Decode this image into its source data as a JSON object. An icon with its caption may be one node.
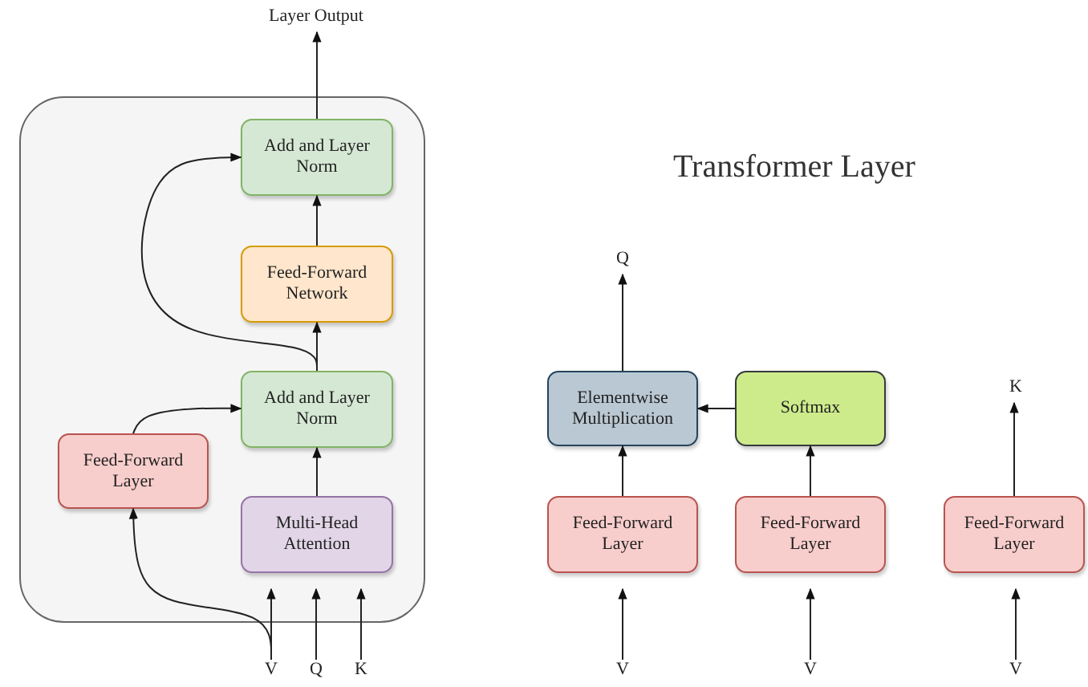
{
  "diagram": {
    "title": "Transformer Layer",
    "nodes": [
      {
        "text": [],
        "shape": "box"
      },
      {
        "text": [
          "Layer Output"
        ]
      },
      {
        "text": [
          "Add and Layer Norm"
        ],
        "in": 0
      },
      {
        "text": [
          "Feed-Forward Network"
        ],
        "in": 0
      },
      {
        "text": [
          "Add and Layer Norm"
        ],
        "in": 0
      },
      {
        "text": [
          "Feed-Forward Layer"
        ],
        "in": 0
      },
      {
        "text": [
          "Multi-Head Attention"
        ],
        "in": 0
      },
      {
        "text": [
          "V"
        ]
      },
      {
        "text": [
          "Q"
        ]
      },
      {
        "text": [
          "K"
        ]
      },
      {
        "text": [
          "Q"
        ]
      },
      {
        "text": [
          "Elementwise Multiplication"
        ]
      },
      {
        "text": [
          "Softmax"
        ]
      },
      {
        "text": [
          "K"
        ]
      },
      {
        "text": [
          "Feed-Forward Layer"
        ]
      },
      {
        "text": [
          "Feed-Forward Layer"
        ]
      },
      {
        "text": [
          "Feed-Forward Layer"
        ]
      },
      {
        "text": [
          "V"
        ]
      },
      {
        "text": [
          "V"
        ]
      },
      {
        "text": [
          "V"
        ]
      }
    ],
    "edges": [
      {
        "from": 2,
        "to": 1,
        "arrow": "to"
      },
      {
        "from": 3,
        "to": 2,
        "arrow": "to"
      },
      {
        "from": 4,
        "to": 3,
        "arrow": "to"
      },
      {
        "from": 4,
        "to": 2,
        "arrow": "to"
      },
      {
        "from": 6,
        "to": 4,
        "arrow": "to"
      },
      {
        "from": 5,
        "to": 4,
        "arrow": "to"
      },
      {
        "from": 7,
        "to": 6,
        "arrow": "to"
      },
      {
        "from": 7,
        "to": 5,
        "arrow": "to"
      },
      {
        "from": 8,
        "to": 6,
        "arrow": "to"
      },
      {
        "from": 9,
        "to": 6,
        "arrow": "to"
      },
      {
        "from": 11,
        "to": 10,
        "arrow": "to"
      },
      {
        "from": 12,
        "to": 11,
        "arrow": "to"
      },
      {
        "from": 14,
        "to": 11,
        "arrow": "to"
      },
      {
        "from": 15,
        "to": 12,
        "arrow": "to"
      },
      {
        "from": 16,
        "to": 13,
        "arrow": "to"
      },
      {
        "from": 17,
        "to": 14,
        "arrow": "to"
      },
      {
        "from": 18,
        "to": 15,
        "arrow": "to"
      },
      {
        "from": 19,
        "to": 16,
        "arrow": "to"
      }
    ]
  }
}
